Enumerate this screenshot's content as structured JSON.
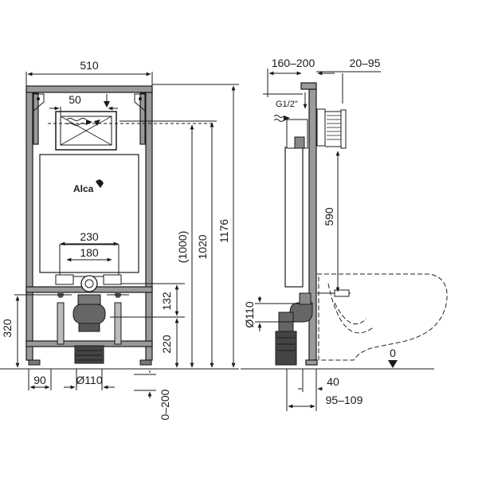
{
  "front_view": {
    "width_total": "510",
    "flush_plate_offset": "50",
    "bolt_spacing_outer": "230",
    "bolt_spacing_inner": "180",
    "height_drain": "320",
    "height_bolts": "132",
    "height_mid": "220",
    "height_plate": "(1000)",
    "height_frame": "1020",
    "height_total": "1176",
    "leg_width": "90",
    "drain_diameter": "Ø110",
    "leg_adjust": "0–200",
    "logo_text": "Alca"
  },
  "side_view": {
    "depth_range": "160–200",
    "plate_depth": "20–95",
    "inlet_label": "G1/2\"",
    "height_inlet": "590",
    "drain_diameter": "Ø110",
    "offset_40": "40",
    "offset_range": "95–109",
    "floor_label": "0"
  }
}
